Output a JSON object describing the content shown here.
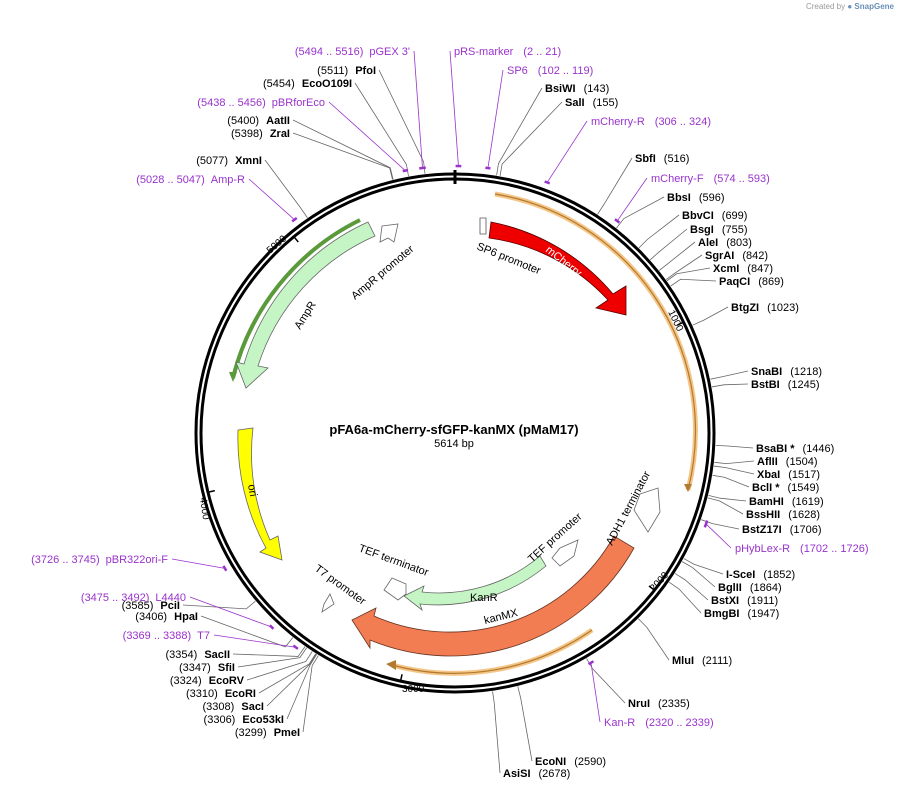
{
  "credit": {
    "prefix": "Created by",
    "brand": "SnapGene"
  },
  "plasmid": {
    "name": "pFA6a-mCherry-sfGFP-kanMX (pMaM17)",
    "length_label": "5614 bp",
    "length": 5614,
    "ticks": [
      {
        "pos": 1000,
        "label": "1000"
      },
      {
        "pos": 2000,
        "label": "2000"
      },
      {
        "pos": 3000,
        "label": "3000"
      },
      {
        "pos": 4000,
        "label": "4000"
      },
      {
        "pos": 5000,
        "label": "5000"
      }
    ]
  },
  "colors": {
    "enzyme": "#000000",
    "primer": "#9933cc",
    "leader": "#666666",
    "backbone": "#000000",
    "orf_highlight": "#f5c586"
  },
  "enzymes_right": [
    {
      "name": "BsiWI",
      "pos": 143,
      "pos_label": "(143)"
    },
    {
      "name": "SalI",
      "pos": 155,
      "pos_label": "(155)"
    },
    {
      "name": "SbfI",
      "pos": 516,
      "pos_label": "(516)"
    },
    {
      "name": "BbsI",
      "pos": 596,
      "pos_label": "(596)"
    },
    {
      "name": "BbvCI",
      "pos": 699,
      "pos_label": "(699)"
    },
    {
      "name": "BsgI",
      "pos": 755,
      "pos_label": "(755)"
    },
    {
      "name": "AleI",
      "pos": 803,
      "pos_label": "(803)"
    },
    {
      "name": "SgrAI",
      "pos": 842,
      "pos_label": "(842)"
    },
    {
      "name": "XcmI",
      "pos": 847,
      "pos_label": "(847)"
    },
    {
      "name": "PaqCI",
      "pos": 869,
      "pos_label": "(869)"
    },
    {
      "name": "BtgZI",
      "pos": 1023,
      "pos_label": "(1023)"
    },
    {
      "name": "SnaBI",
      "pos": 1218,
      "pos_label": "(1218)"
    },
    {
      "name": "BstBI",
      "pos": 1245,
      "pos_label": "(1245)"
    },
    {
      "name": "BsaBI *",
      "pos": 1446,
      "pos_label": "(1446)"
    },
    {
      "name": "AflII",
      "pos": 1504,
      "pos_label": "(1504)"
    },
    {
      "name": "XbaI",
      "pos": 1517,
      "pos_label": "(1517)"
    },
    {
      "name": "BclI *",
      "pos": 1549,
      "pos_label": "(1549)"
    },
    {
      "name": "BamHI",
      "pos": 1619,
      "pos_label": "(1619)"
    },
    {
      "name": "BssHII",
      "pos": 1628,
      "pos_label": "(1628)"
    },
    {
      "name": "BstZ17I",
      "pos": 1706,
      "pos_label": "(1706)"
    },
    {
      "name": "I-SceI",
      "pos": 1852,
      "pos_label": "(1852)"
    },
    {
      "name": "BglII",
      "pos": 1864,
      "pos_label": "(1864)"
    },
    {
      "name": "BstXI",
      "pos": 1911,
      "pos_label": "(1911)"
    },
    {
      "name": "BmgBI",
      "pos": 1947,
      "pos_label": "(1947)"
    },
    {
      "name": "MluI",
      "pos": 2111,
      "pos_label": "(2111)"
    },
    {
      "name": "NruI",
      "pos": 2335,
      "pos_label": "(2335)"
    },
    {
      "name": "EcoNI",
      "pos": 2590,
      "pos_label": "(2590)"
    },
    {
      "name": "AsiSI",
      "pos": 2678,
      "pos_label": "(2678)"
    }
  ],
  "enzymes_left": [
    {
      "name": "PfoI",
      "pos": 5511,
      "pos_label": "(5511)"
    },
    {
      "name": "EcoO109I",
      "pos": 5454,
      "pos_label": "(5454)"
    },
    {
      "name": "AatII",
      "pos": 5400,
      "pos_label": "(5400)"
    },
    {
      "name": "ZraI",
      "pos": 5398,
      "pos_label": "(5398)"
    },
    {
      "name": "XmnI",
      "pos": 5077,
      "pos_label": "(5077)"
    },
    {
      "name": "PciI",
      "pos": 3585,
      "pos_label": "(3585)"
    },
    {
      "name": "HpaI",
      "pos": 3406,
      "pos_label": "(3406)"
    },
    {
      "name": "SacII",
      "pos": 3354,
      "pos_label": "(3354)"
    },
    {
      "name": "SfiI",
      "pos": 3347,
      "pos_label": "(3347)"
    },
    {
      "name": "EcoRV",
      "pos": 3324,
      "pos_label": "(3324)"
    },
    {
      "name": "EcoRI",
      "pos": 3310,
      "pos_label": "(3310)"
    },
    {
      "name": "SacI",
      "pos": 3308,
      "pos_label": "(3308)"
    },
    {
      "name": "Eco53kI",
      "pos": 3306,
      "pos_label": "(3306)"
    },
    {
      "name": "PmeI",
      "pos": 3299,
      "pos_label": "(3299)"
    }
  ],
  "primers": [
    {
      "name": "pGEX 3'",
      "range": "(5494 .. 5516)",
      "start": 5494,
      "end": 5516
    },
    {
      "name": "pRS-marker",
      "range": "(2 .. 21)",
      "start": 2,
      "end": 21
    },
    {
      "name": "SP6",
      "range": "(102 .. 119)",
      "start": 102,
      "end": 119
    },
    {
      "name": "pBRforEco",
      "range": "(5438 .. 5456)",
      "start": 5438,
      "end": 5456
    },
    {
      "name": "mCherry-R",
      "range": "(306 .. 324)",
      "start": 306,
      "end": 324
    },
    {
      "name": "mCherry-F",
      "range": "(574 .. 593)",
      "start": 574,
      "end": 593
    },
    {
      "name": "Amp-R",
      "range": "(5028 .. 5047)",
      "start": 5028,
      "end": 5047
    },
    {
      "name": "pHybLex-R",
      "range": "(1702 .. 1726)",
      "start": 1702,
      "end": 1726
    },
    {
      "name": "pBR322ori-F",
      "range": "(3726 .. 3745)",
      "start": 3726,
      "end": 3745
    },
    {
      "name": "L4440",
      "range": "(3475 .. 3492)",
      "start": 3475,
      "end": 3492
    },
    {
      "name": "T7",
      "range": "(3369 .. 3388)",
      "start": 3369,
      "end": 3388
    },
    {
      "name": "Kan-R",
      "range": "(2320 .. 2339)",
      "start": 2320,
      "end": 2339
    }
  ],
  "features": [
    {
      "name": "mCherry",
      "color": "#ee0000"
    },
    {
      "name": "kanMX",
      "color": "#f27d52"
    },
    {
      "name": "KanR",
      "color": "#c5f5c5"
    },
    {
      "name": "AmpR",
      "color": "#c5f5c5"
    },
    {
      "name": "ori",
      "color": "#ffff00"
    },
    {
      "name": "AmpR promoter",
      "color": "#ffffff"
    },
    {
      "name": "SP6 promoter",
      "color": "#ffffff"
    },
    {
      "name": "ADH1 terminator",
      "color": "#ffffff"
    },
    {
      "name": "TEF promoter",
      "color": "#ffffff"
    },
    {
      "name": "TEF terminator",
      "color": "#ffffff"
    },
    {
      "name": "T7 promoter",
      "color": "#ffffff"
    }
  ]
}
